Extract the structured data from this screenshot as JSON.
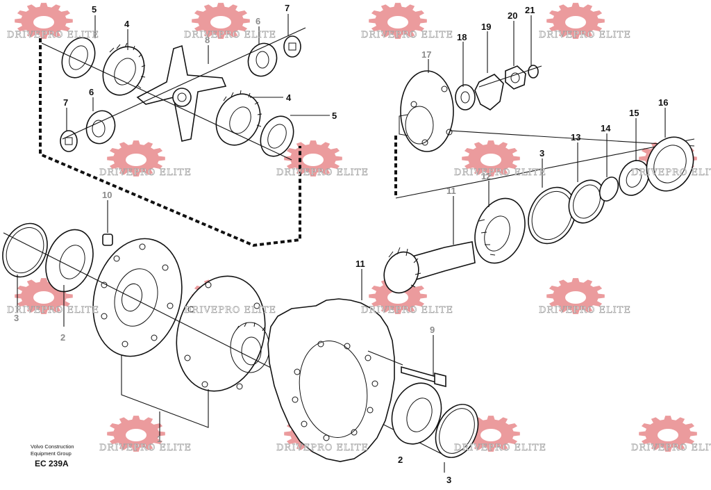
{
  "watermark": {
    "text": "DRIVEPRO ELITE",
    "gear_color": "#e8898c"
  },
  "credit": {
    "line1": "Volvo Construction",
    "line2": "Equipment Group",
    "code": "EC 239A"
  },
  "callouts": [
    {
      "id": "c5a",
      "label": "5"
    },
    {
      "id": "c4a",
      "label": "4"
    },
    {
      "id": "c6a",
      "label": "6"
    },
    {
      "id": "c7a",
      "label": "7"
    },
    {
      "id": "c8",
      "label": "8"
    },
    {
      "id": "c7b",
      "label": "7"
    },
    {
      "id": "c6b",
      "label": "6"
    },
    {
      "id": "c4b",
      "label": "4"
    },
    {
      "id": "c5b",
      "label": "5"
    },
    {
      "id": "c17",
      "label": "17"
    },
    {
      "id": "c18",
      "label": "18"
    },
    {
      "id": "c19",
      "label": "19"
    },
    {
      "id": "c20",
      "label": "20"
    },
    {
      "id": "c21",
      "label": "21"
    },
    {
      "id": "c16",
      "label": "16"
    },
    {
      "id": "c15",
      "label": "15"
    },
    {
      "id": "c14",
      "label": "14"
    },
    {
      "id": "c13",
      "label": "13"
    },
    {
      "id": "c3a",
      "label": "3"
    },
    {
      "id": "c12",
      "label": "12"
    },
    {
      "id": "c11a",
      "label": "11"
    },
    {
      "id": "c10",
      "label": "10"
    },
    {
      "id": "c11b",
      "label": "11"
    },
    {
      "id": "c9",
      "label": "9"
    },
    {
      "id": "c3b",
      "label": "3"
    },
    {
      "id": "c2a",
      "label": "2"
    },
    {
      "id": "c1",
      "label": "1"
    },
    {
      "id": "c2b",
      "label": "2"
    },
    {
      "id": "c3c",
      "label": "3"
    }
  ]
}
